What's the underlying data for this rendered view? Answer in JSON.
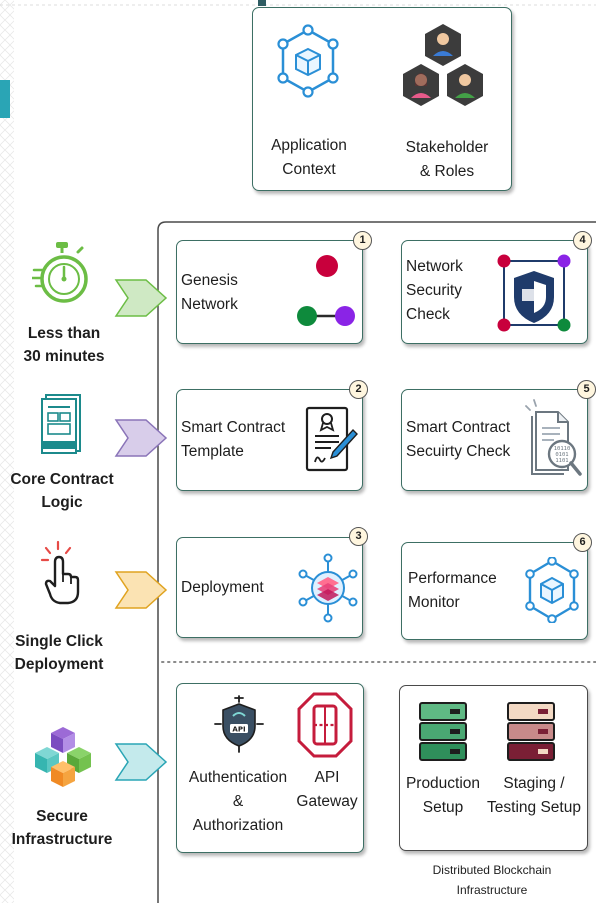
{
  "top_panel": {
    "application_context": "Application\nContext",
    "stakeholder_roles": "Stakeholder\n& Roles"
  },
  "left_column": [
    {
      "label": "Less than\n30 minutes",
      "icon": "stopwatch-icon",
      "color": "#6cbd45"
    },
    {
      "label": "Core Contract\nLogic",
      "icon": "template-document-icon",
      "color": "#1c8a8c"
    },
    {
      "label": "Single Click\nDeployment",
      "icon": "hand-click-icon",
      "color": "#e64a46"
    },
    {
      "label": "Secure\nInfrastructure",
      "icon": "cubes-icon",
      "color": "#5a9fd4"
    }
  ],
  "arrow_colors": [
    "#cfe9c4",
    "#d8cdea",
    "#fbe3b3",
    "#c4eaec"
  ],
  "steps": [
    {
      "number": "1",
      "label": "Genesis\nNetwork",
      "icon": "network-nodes-icon"
    },
    {
      "number": "2",
      "label": "Smart Contract\nTemplate",
      "icon": "contract-pen-icon"
    },
    {
      "number": "3",
      "label": "Deployment",
      "icon": "layers-hub-icon"
    },
    {
      "number": "4",
      "label": "Network\nSecurity\nCheck",
      "icon": "shield-network-icon"
    },
    {
      "number": "5",
      "label": "Smart Contract\nSecuirty Check",
      "icon": "code-audit-icon"
    },
    {
      "number": "6",
      "label": "Performance\nMonitor",
      "icon": "cube-hex-icon"
    }
  ],
  "infrastructure": {
    "authentication": "Authentication\n&\nAuthorization",
    "api_gateway": "API\nGateway",
    "api_chip": "API",
    "production": "Production\nSetup",
    "staging": "Staging /\nTesting Setup",
    "caption": "Distributed Blockchain\nInfrastructure"
  },
  "colors": {
    "card_border": "#3d6f64",
    "badge_fill": "#fff6df",
    "accent_teal": "#2aa5b5",
    "node_red": "#c8003c",
    "node_green": "#0e8a3c",
    "node_purple": "#8a24e6",
    "shield_navy": "#1f3b6b",
    "server_green": "#2f8f5b",
    "server_maroon": "#7a1f35"
  }
}
